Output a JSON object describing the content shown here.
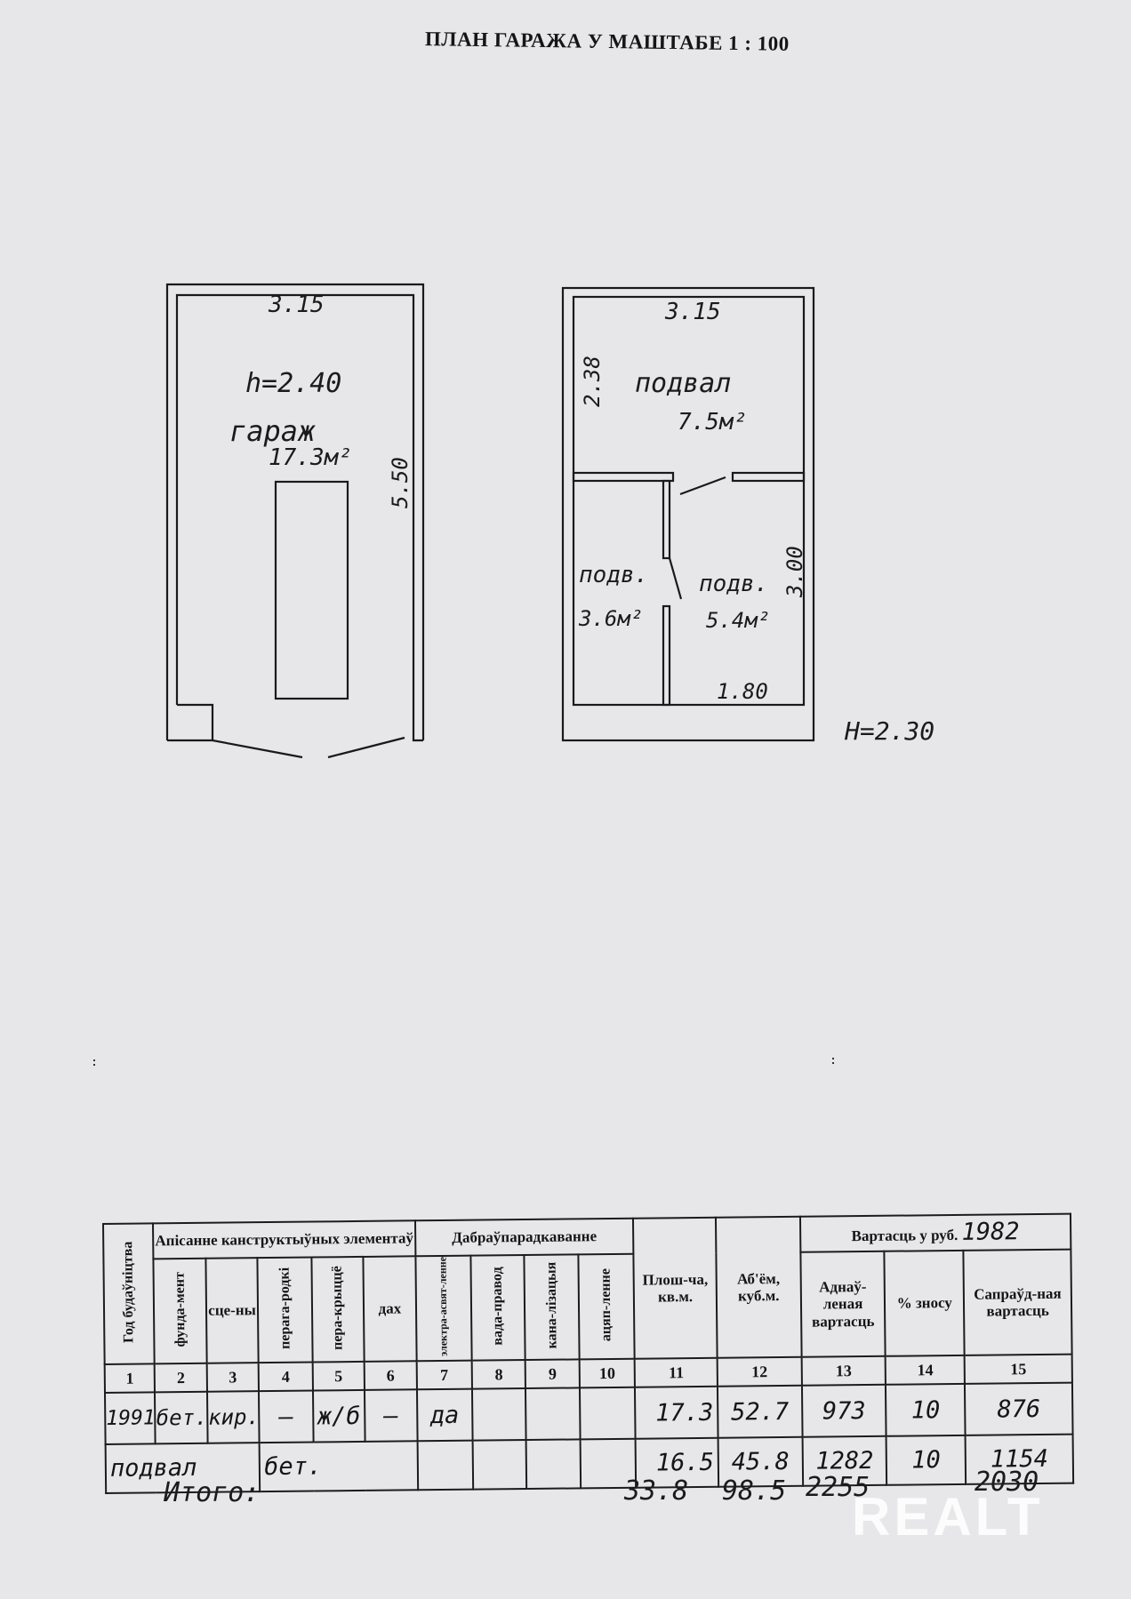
{
  "document": {
    "title": "ПЛАН ГАРАЖА У МАШТАБЕ 1 : 100"
  },
  "plan_left": {
    "width": "3.15",
    "length": "5.50",
    "height": "h=2.40",
    "room_name": "гараж",
    "area": "17.3м²"
  },
  "plan_right": {
    "width": "3.15",
    "top_depth": "2.38",
    "top_room_name": "подвал",
    "top_room_area": "7.5м²",
    "left_room_name": "подв.",
    "left_room_area": "3.6м²",
    "right_room_name": "подв.",
    "right_room_area": "5.4м²",
    "right_depth": "3.00",
    "bottom_width": "1.80",
    "total_height": "H=2.30"
  },
  "table": {
    "year_header": "Год будаўніцтва",
    "construction_header": "Апісанне канструктыўных элементаў",
    "construction_cols": [
      "фунда-мент",
      "сце-ны",
      "перага-родкі",
      "пера-крыццё",
      "дах"
    ],
    "amenities_header": "Дабраўпарадкаванне",
    "amenities_cols": [
      "электра-асвят-ленне",
      "вада-правод",
      "кана-лізацыя",
      "ацяп-ленне"
    ],
    "area_header": "Плош-ча, кв.м.",
    "volume_header": "Аб'ём, куб.м.",
    "cost_header": "Вартасць у руб.",
    "cost_year": "1982",
    "cost_cols": [
      "Аднаў-леная вартасць",
      "% зносу",
      "Сапраўд-ная вартасць"
    ],
    "col_numbers": [
      "1",
      "2",
      "3",
      "4",
      "5",
      "6",
      "7",
      "8",
      "9",
      "10",
      "11",
      "12",
      "13",
      "14",
      "15"
    ],
    "rows": [
      {
        "year": "1991",
        "foundation": "бет.",
        "walls": "кир.",
        "partitions": "—",
        "ceiling": "ж/б",
        "roof": "—",
        "electric": "да",
        "water": "",
        "sewer": "",
        "heating": "",
        "area": "17.3",
        "volume": "52.7",
        "restored_cost": "973",
        "wear": "10",
        "actual_cost": "876"
      },
      {
        "name": "подвал",
        "material": "бет.",
        "area": "16.5",
        "volume": "45.8",
        "restored_cost": "1282",
        "wear": "10",
        "actual_cost": "1154"
      }
    ],
    "totals": {
      "label": "Итого:",
      "area": "33.8",
      "volume": "98.5",
      "restored_cost": "2255",
      "actual_cost": "2030"
    }
  },
  "watermark": "REALT"
}
